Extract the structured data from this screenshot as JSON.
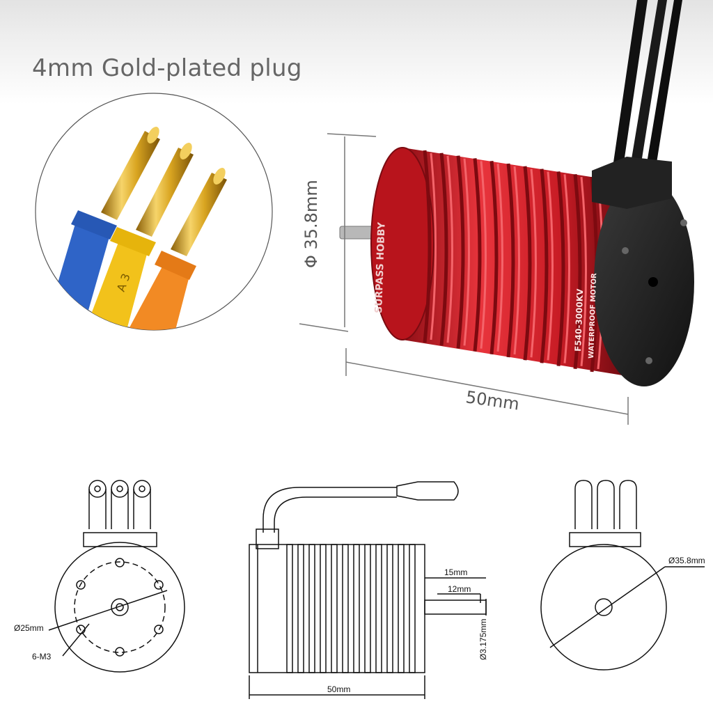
{
  "headline": "4mm Gold-plated plug",
  "photo": {
    "diameter_label": "Φ 35.8mm",
    "length_label": "50mm",
    "brand_logo_text": "SURPASS HOBBY",
    "motor_model": "F540-3000KV",
    "motor_subtitle": "WATERPROOF MOTOR"
  },
  "drawing": {
    "left": {
      "bolt_circle": "Ø25mm",
      "screws": "6-M3"
    },
    "side": {
      "shaft_length_outer": "15mm",
      "shaft_length_inner": "12mm",
      "shaft_diameter": "Ø3.175mm",
      "body_length": "50mm"
    },
    "right": {
      "diameter": "Ø35.8mm"
    }
  },
  "colors": {
    "can_red": "#d4202a",
    "plug_blue": "#2f64c7",
    "plug_yellow": "#f2c21b",
    "plug_orange": "#f28a24",
    "gold": "#d9a521"
  }
}
